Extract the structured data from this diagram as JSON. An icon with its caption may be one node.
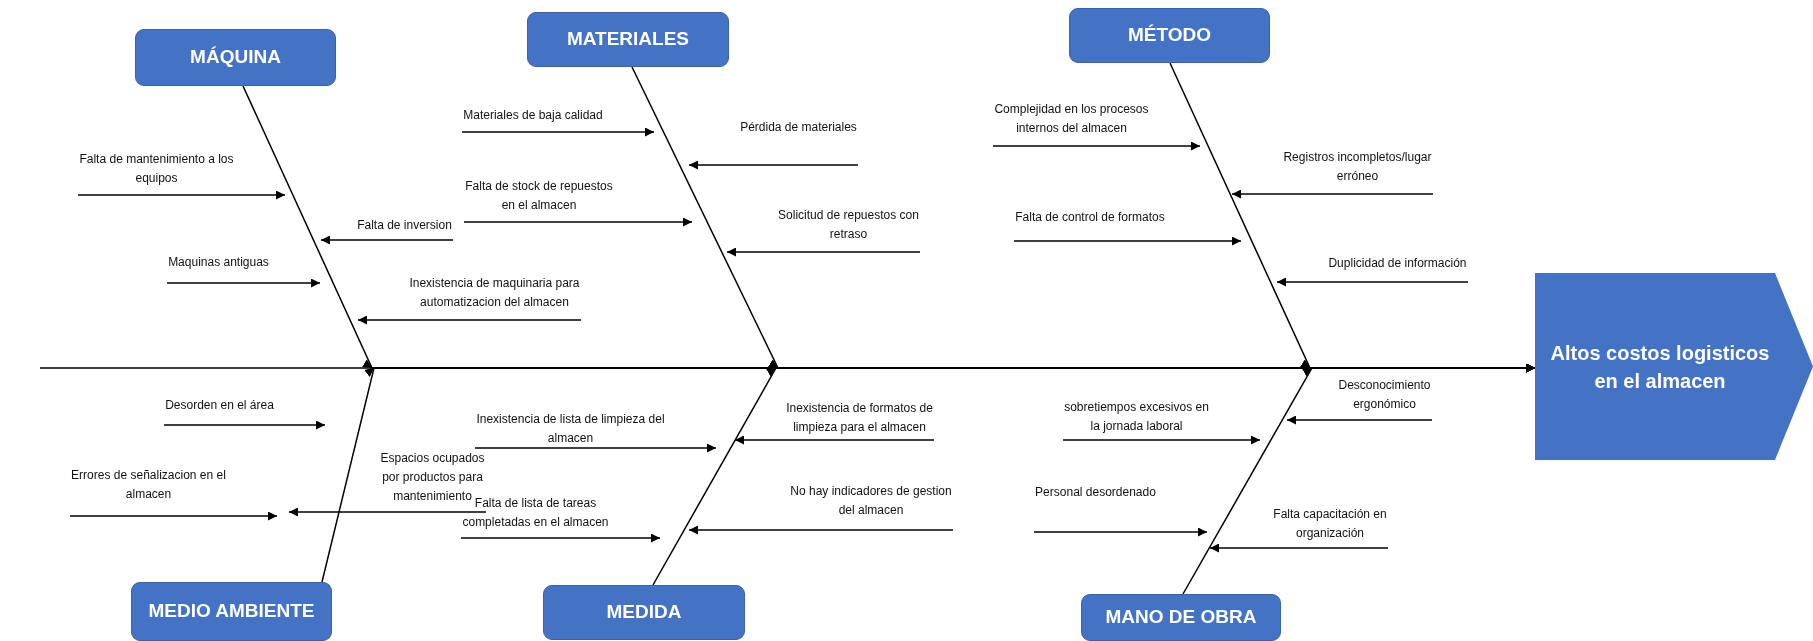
{
  "diagram": {
    "nodes": [
      {
        "text": [
          "MÁQUINA"
        ]
      },
      {
        "text": [
          "MATERIALES"
        ]
      },
      {
        "text": [
          "MÉTODO"
        ]
      },
      {
        "text": [
          "MEDIO AMBIENTE"
        ]
      },
      {
        "text": [
          "MEDIDA"
        ]
      },
      {
        "text": [
          "MANO DE OBRA"
        ]
      },
      {
        "text": [
          "Altos costos logisticos en el almacen"
        ]
      },
      {
        "text": [
          "Falta de mantenimiento a los equipos"
        ]
      },
      {
        "text": [
          "Falta de inversion"
        ]
      },
      {
        "text": [
          "Maquinas antiguas"
        ]
      },
      {
        "text": [
          "Inexistencia de maquinaria para automatizacion del almacen"
        ]
      },
      {
        "text": [
          "Materiales de baja calidad"
        ]
      },
      {
        "text": [
          "Pérdida de materiales"
        ]
      },
      {
        "text": [
          "Falta de stock de repuestos en el almacen"
        ]
      },
      {
        "text": [
          "Solicitud de repuestos con retraso"
        ]
      },
      {
        "text": [
          "Complejidad en los procesos internos del almacen"
        ]
      },
      {
        "text": [
          "Registros incompletos/lugar erróneo"
        ]
      },
      {
        "text": [
          "Falta de control de formatos"
        ]
      },
      {
        "text": [
          "Duplicidad de información"
        ]
      },
      {
        "text": [
          "Desorden en el área"
        ]
      },
      {
        "text": [
          "Errores de señalizacion en el almacen"
        ]
      },
      {
        "text": [
          "Espacios ocupados por productos para mantenimiento"
        ]
      },
      {
        "text": [
          "Inexistencia de lista de limpieza del almacen"
        ]
      },
      {
        "text": [
          "Inexistencia de formatos de limpieza para el almacen"
        ]
      },
      {
        "text": [
          "No hay indicadores de gestion del almacen"
        ]
      },
      {
        "text": [
          "Falta de lista de tareas completadas en el almacen"
        ]
      },
      {
        "text": [
          "Desconocimiento ergonómico"
        ]
      },
      {
        "text": [
          "sobretiempos excesivos en la jornada laboral"
        ]
      },
      {
        "text": [
          "Personal desordenado"
        ]
      },
      {
        "text": [
          "Falta capacitación en organización"
        ]
      }
    ],
    "edges": [
      {
        "from": 0,
        "to": 6,
        "arrow": "to"
      },
      {
        "from": 1,
        "to": 6,
        "arrow": "to"
      },
      {
        "from": 2,
        "to": 6,
        "arrow": "to"
      },
      {
        "from": 3,
        "to": 6,
        "arrow": "to"
      },
      {
        "from": 4,
        "to": 6,
        "arrow": "to"
      },
      {
        "from": 5,
        "to": 6,
        "arrow": "to"
      },
      {
        "from": null,
        "to": 6,
        "arrow": "to"
      },
      {
        "from": 7,
        "to": null,
        "arrow": "to"
      },
      {
        "from": 8,
        "to": null,
        "arrow": "to"
      },
      {
        "from": 9,
        "to": null,
        "arrow": "to"
      },
      {
        "from": 10,
        "to": null,
        "arrow": "to"
      },
      {
        "from": 11,
        "to": null,
        "arrow": "to"
      },
      {
        "from": 12,
        "to": null,
        "arrow": "to"
      },
      {
        "from": 13,
        "to": null,
        "arrow": "to"
      },
      {
        "from": 14,
        "to": null,
        "arrow": "to"
      },
      {
        "from": 15,
        "to": null,
        "arrow": "to"
      },
      {
        "from": 16,
        "to": null,
        "arrow": "to"
      },
      {
        "from": 17,
        "to": null,
        "arrow": "to"
      },
      {
        "from": 18,
        "to": null,
        "arrow": "to"
      },
      {
        "from": 19,
        "to": null,
        "arrow": "to"
      },
      {
        "from": 20,
        "to": null,
        "arrow": "to"
      },
      {
        "from": 21,
        "to": null,
        "arrow": "to"
      },
      {
        "from": 22,
        "to": null,
        "arrow": "to"
      },
      {
        "from": 23,
        "to": null,
        "arrow": "to"
      },
      {
        "from": 24,
        "to": null,
        "arrow": "to"
      },
      {
        "from": 25,
        "to": null,
        "arrow": "to"
      },
      {
        "from": 26,
        "to": null,
        "arrow": "to"
      },
      {
        "from": 27,
        "to": null,
        "arrow": "to"
      },
      {
        "from": 28,
        "to": null,
        "arrow": "to"
      },
      {
        "from": 29,
        "to": null,
        "arrow": "to"
      }
    ]
  }
}
